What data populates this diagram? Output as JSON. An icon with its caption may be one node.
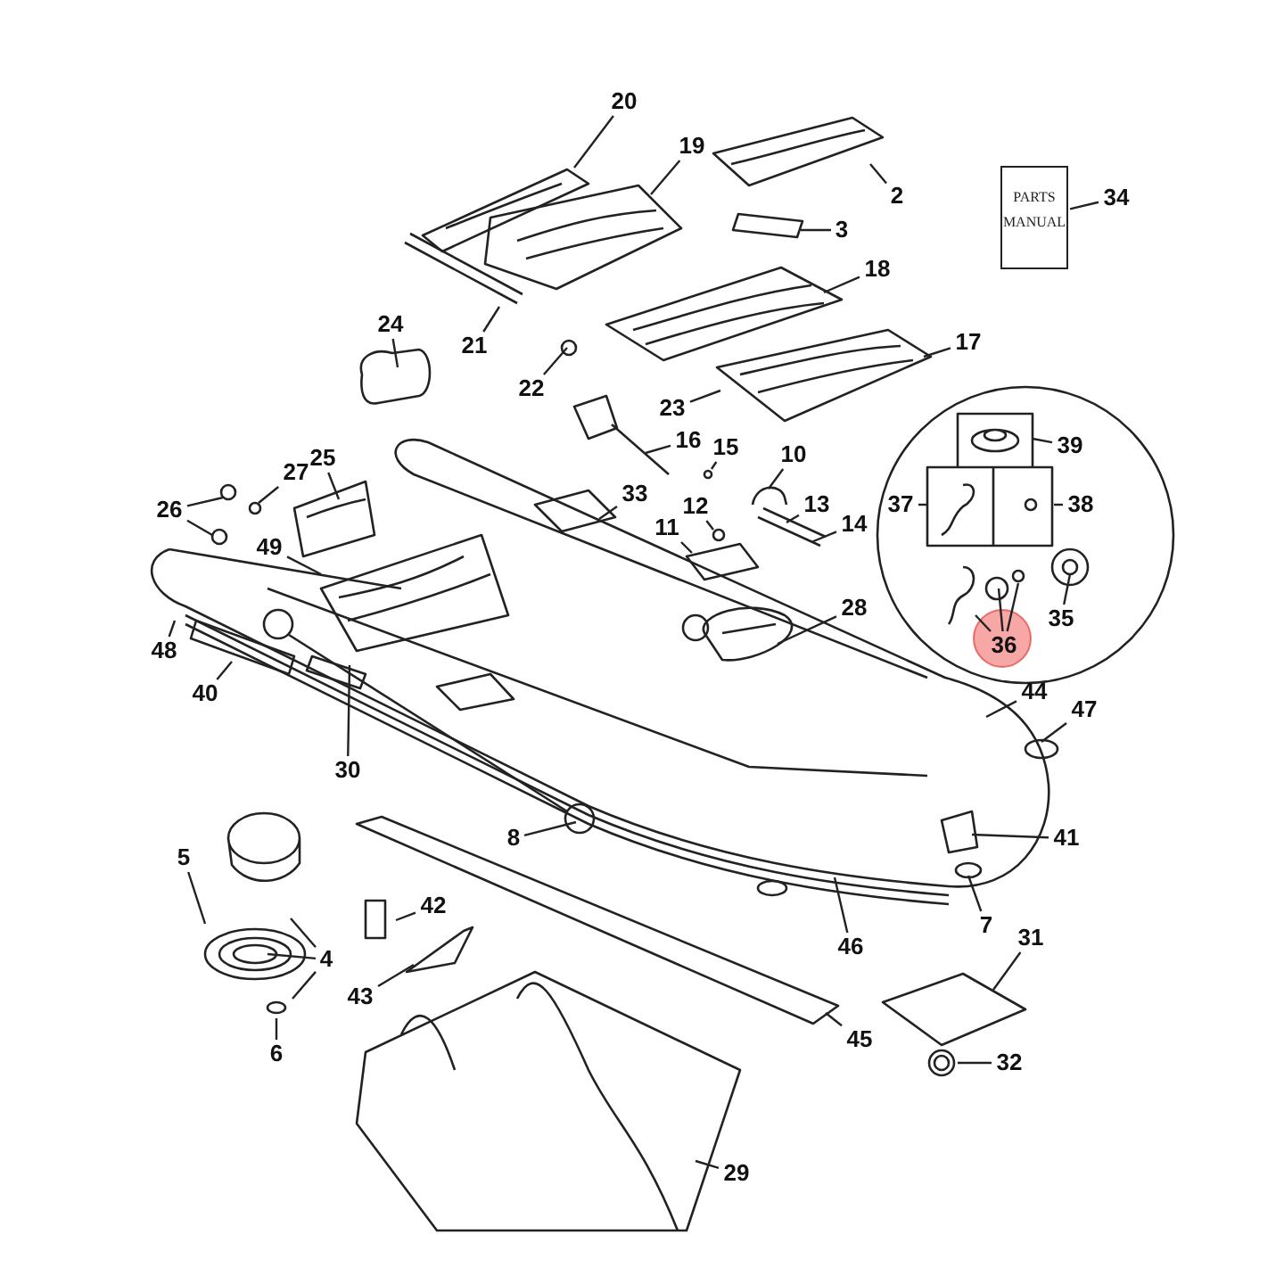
{
  "diagram": {
    "nodes": [
      {
        "text": [
          "20"
        ]
      },
      {
        "text": [
          "19"
        ]
      },
      {
        "text": [
          "2"
        ]
      },
      {
        "text": [
          "34"
        ]
      },
      {
        "text": [
          "3"
        ]
      },
      {
        "text": [
          "18"
        ]
      },
      {
        "text": [
          "24"
        ]
      },
      {
        "text": [
          "21"
        ]
      },
      {
        "text": [
          "17"
        ]
      },
      {
        "text": [
          "22"
        ]
      },
      {
        "text": [
          "23"
        ]
      },
      {
        "text": [
          "16"
        ]
      },
      {
        "text": [
          "15"
        ]
      },
      {
        "text": [
          "39"
        ]
      },
      {
        "text": [
          "10"
        ]
      },
      {
        "text": [
          "25"
        ]
      },
      {
        "text": [
          "27"
        ]
      },
      {
        "text": [
          "33"
        ]
      },
      {
        "text": [
          "12"
        ]
      },
      {
        "text": [
          "13"
        ]
      },
      {
        "text": [
          "37"
        ]
      },
      {
        "text": [
          "38"
        ]
      },
      {
        "text": [
          "26"
        ]
      },
      {
        "text": [
          "14"
        ]
      },
      {
        "text": [
          "11"
        ]
      },
      {
        "text": [
          "49"
        ]
      },
      {
        "text": [
          "28"
        ]
      },
      {
        "text": [
          "35"
        ]
      },
      {
        "text": [
          "36"
        ]
      },
      {
        "text": [
          "48"
        ]
      },
      {
        "text": [
          "40"
        ]
      },
      {
        "text": [
          "44"
        ]
      },
      {
        "text": [
          "47"
        ]
      },
      {
        "text": [
          "30"
        ]
      },
      {
        "text": [
          "41"
        ]
      },
      {
        "text": [
          "8"
        ]
      },
      {
        "text": [
          "5"
        ]
      },
      {
        "text": [
          "42"
        ]
      },
      {
        "text": [
          "7"
        ]
      },
      {
        "text": [
          "46"
        ]
      },
      {
        "text": [
          "31"
        ]
      },
      {
        "text": [
          "4"
        ]
      },
      {
        "text": [
          "43"
        ]
      },
      {
        "text": [
          "45"
        ]
      },
      {
        "text": [
          "6"
        ]
      },
      {
        "text": [
          "32"
        ]
      },
      {
        "text": [
          "29"
        ]
      },
      {
        "text": [
          "PARTS MANUAL"
        ]
      }
    ],
    "edges": [
      {
        "from": 0,
        "to": null,
        "arrow": "none"
      },
      {
        "from": 1,
        "to": null,
        "arrow": "none"
      },
      {
        "from": 2,
        "to": null,
        "arrow": "none"
      },
      {
        "from": 3,
        "to": 47,
        "arrow": "none"
      },
      {
        "from": 4,
        "to": null,
        "arrow": "none"
      },
      {
        "from": 5,
        "to": null,
        "arrow": "none"
      },
      {
        "from": 6,
        "to": null,
        "arrow": "none"
      },
      {
        "from": 7,
        "to": null,
        "arrow": "none"
      },
      {
        "from": 8,
        "to": null,
        "arrow": "none"
      },
      {
        "from": 9,
        "to": null,
        "arrow": "none"
      },
      {
        "from": 10,
        "to": null,
        "arrow": "none"
      },
      {
        "from": 11,
        "to": null,
        "arrow": "none"
      },
      {
        "from": 12,
        "to": null,
        "arrow": "none"
      },
      {
        "from": 13,
        "to": null,
        "arrow": "none"
      },
      {
        "from": 14,
        "to": null,
        "arrow": "none"
      },
      {
        "from": 15,
        "to": null,
        "arrow": "none"
      },
      {
        "from": 16,
        "to": null,
        "arrow": "none"
      },
      {
        "from": 17,
        "to": null,
        "arrow": "none"
      },
      {
        "from": 18,
        "to": null,
        "arrow": "none"
      },
      {
        "from": 19,
        "to": null,
        "arrow": "none"
      },
      {
        "from": 20,
        "to": null,
        "arrow": "none"
      },
      {
        "from": 21,
        "to": null,
        "arrow": "none"
      },
      {
        "from": 22,
        "to": null,
        "arrow": "none"
      },
      {
        "from": 22,
        "to": null,
        "arrow": "none"
      },
      {
        "from": 23,
        "to": null,
        "arrow": "none"
      },
      {
        "from": 24,
        "to": null,
        "arrow": "none"
      },
      {
        "from": 25,
        "to": null,
        "arrow": "none"
      },
      {
        "from": 26,
        "to": null,
        "arrow": "none"
      },
      {
        "from": 27,
        "to": null,
        "arrow": "none"
      },
      {
        "from": 28,
        "to": null,
        "arrow": "none"
      },
      {
        "from": 28,
        "to": null,
        "arrow": "none"
      },
      {
        "from": 28,
        "to": null,
        "arrow": "none"
      },
      {
        "from": 29,
        "to": null,
        "arrow": "none"
      },
      {
        "from": 30,
        "to": null,
        "arrow": "none"
      },
      {
        "from": 31,
        "to": null,
        "arrow": "none"
      },
      {
        "from": 32,
        "to": null,
        "arrow": "none"
      },
      {
        "from": 33,
        "to": null,
        "arrow": "none"
      },
      {
        "from": 34,
        "to": null,
        "arrow": "none"
      },
      {
        "from": 35,
        "to": null,
        "arrow": "none"
      },
      {
        "from": 36,
        "to": null,
        "arrow": "none"
      },
      {
        "from": 37,
        "to": null,
        "arrow": "none"
      },
      {
        "from": 38,
        "to": null,
        "arrow": "none"
      },
      {
        "from": 39,
        "to": null,
        "arrow": "none"
      },
      {
        "from": 40,
        "to": null,
        "arrow": "none"
      },
      {
        "from": 41,
        "to": null,
        "arrow": "none"
      },
      {
        "from": 41,
        "to": null,
        "arrow": "none"
      },
      {
        "from": 41,
        "to": null,
        "arrow": "none"
      },
      {
        "from": 42,
        "to": null,
        "arrow": "none"
      },
      {
        "from": 43,
        "to": null,
        "arrow": "none"
      },
      {
        "from": 44,
        "to": null,
        "arrow": "none"
      },
      {
        "from": 45,
        "to": null,
        "arrow": "none"
      },
      {
        "from": 46,
        "to": null,
        "arrow": "none"
      }
    ]
  }
}
